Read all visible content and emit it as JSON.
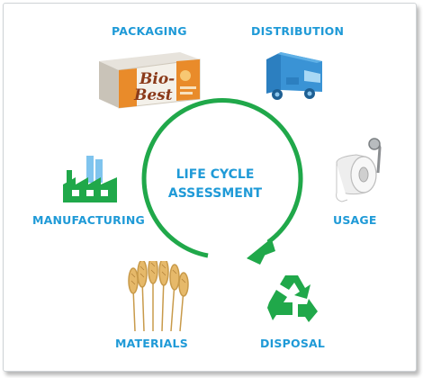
{
  "diagram": {
    "center": {
      "line1": "LIFE CYCLE",
      "line2": "ASSESSMENT"
    },
    "stages": {
      "packaging": "PACKAGING",
      "distribution": "DISTRIBUTION",
      "manufacturing": "MANUFACTURING",
      "usage": "USAGE",
      "materials": "MATERIALS",
      "disposal": "DISPOSAL"
    },
    "product_box": {
      "brand_line1": "Bio-",
      "brand_line2": "Best"
    },
    "icons": {
      "packaging": "product-box-icon",
      "distribution": "delivery-truck-icon",
      "manufacturing": "factory-icon",
      "usage": "toilet-paper-roll-icon",
      "materials": "wheat-icon",
      "disposal": "recycle-icon"
    },
    "colors": {
      "label_blue": "#1f9ad7",
      "cycle_green": "#20a84a",
      "truck_blue": "#2f86c9"
    }
  }
}
